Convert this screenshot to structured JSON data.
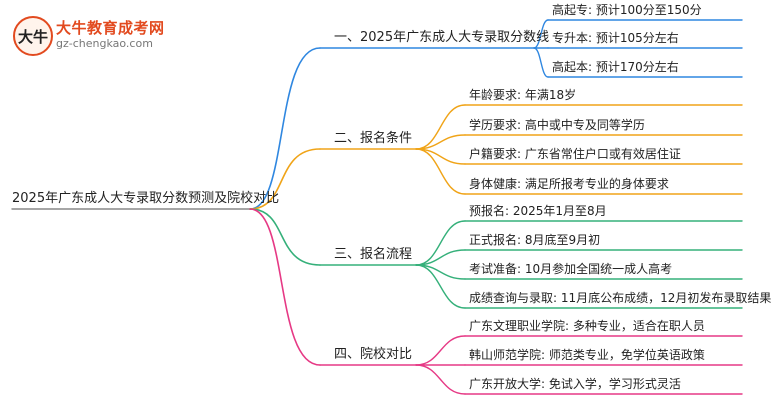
{
  "logo": {
    "title": "大牛教育成考网",
    "url": "gz-chengkao.com",
    "mark_text": "大牛"
  },
  "root": {
    "label": "2025年广东成人大专录取分数预测及院校对比"
  },
  "colors": {
    "blue": "#2f87e0",
    "orange": "#f0a418",
    "green": "#35b07a",
    "pink": "#e63985"
  },
  "branches": [
    {
      "label": "一、2025年广东成人大专录取分数线",
      "color": "blue",
      "items": [
        "高起专: 预计100分至150分",
        "专升本: 预计105分左右",
        "高起本: 预计170分左右"
      ]
    },
    {
      "label": "二、报名条件",
      "color": "orange",
      "items": [
        "年龄要求: 年满18岁",
        "学历要求: 高中或中专及同等学历",
        "户籍要求: 广东省常住户口或有效居住证",
        "身体健康: 满足所报考专业的身体要求"
      ]
    },
    {
      "label": "三、报名流程",
      "color": "green",
      "items": [
        "预报名: 2025年1月至8月",
        "正式报名: 8月底至9月初",
        "考试准备: 10月参加全国统一成人高考",
        "成绩查询与录取: 11月底公布成绩，12月初发布录取结果"
      ]
    },
    {
      "label": "四、院校对比",
      "color": "pink",
      "items": [
        "广东文理职业学院: 多种专业，适合在职人员",
        "韩山师范学院: 师范类专业，免学位英语政策",
        "广东开放大学: 免试入学，学习形式灵活"
      ]
    }
  ]
}
